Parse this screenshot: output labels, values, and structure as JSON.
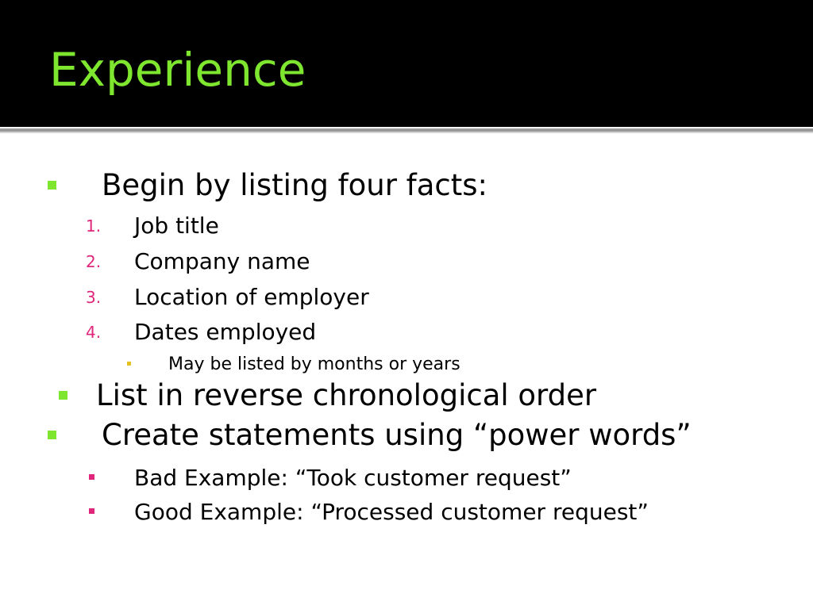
{
  "title": "Experience",
  "colors": {
    "title": "#7ee62e",
    "header_bg": "#000000",
    "bullet_green": "#7ee62e",
    "bullet_pink": "#e0267a",
    "bullet_yellow": "#e6c21e",
    "number_pink": "#e0267a"
  },
  "bullets": {
    "b1": "Begin by listing four facts:",
    "facts": [
      {
        "num": "1.",
        "text": "Job title"
      },
      {
        "num": "2.",
        "text": "Company name"
      },
      {
        "num": "3.",
        "text": "Location of employer"
      },
      {
        "num": "4.",
        "text": "Dates employed"
      }
    ],
    "facts_sub": "May be listed by months or years",
    "b2": "List in reverse chronological order",
    "b3": "Create statements using “power words”",
    "examples": [
      "Bad Example: “Took customer request”",
      "Good Example: “Processed customer request”"
    ]
  }
}
